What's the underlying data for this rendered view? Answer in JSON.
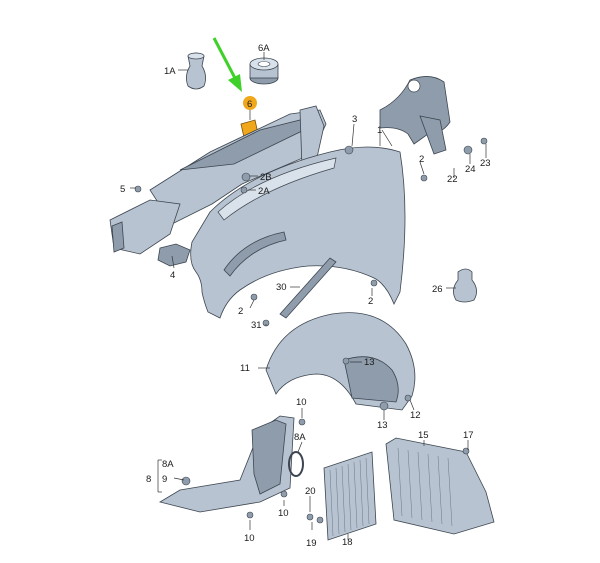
{
  "callouts": [
    {
      "id": "c1",
      "text": "1"
    },
    {
      "id": "c1A",
      "text": "1A"
    },
    {
      "id": "c2a",
      "text": "2"
    },
    {
      "id": "c2b",
      "text": "2"
    },
    {
      "id": "c2c",
      "text": "2"
    },
    {
      "id": "c2A",
      "text": "2A"
    },
    {
      "id": "c2B",
      "text": "2B"
    },
    {
      "id": "c3",
      "text": "3"
    },
    {
      "id": "c4",
      "text": "4"
    },
    {
      "id": "c5",
      "text": "5"
    },
    {
      "id": "c6",
      "text": "6"
    },
    {
      "id": "c6A",
      "text": "6A"
    },
    {
      "id": "c8",
      "text": "8"
    },
    {
      "id": "c8A",
      "text": "8A"
    },
    {
      "id": "c8Ab",
      "text": "8A"
    },
    {
      "id": "c9",
      "text": "9"
    },
    {
      "id": "c10a",
      "text": "10"
    },
    {
      "id": "c10b",
      "text": "10"
    },
    {
      "id": "c10c",
      "text": "10"
    },
    {
      "id": "c11",
      "text": "11"
    },
    {
      "id": "c12",
      "text": "12"
    },
    {
      "id": "c13a",
      "text": "13"
    },
    {
      "id": "c13b",
      "text": "13"
    },
    {
      "id": "c15",
      "text": "15"
    },
    {
      "id": "c17",
      "text": "17"
    },
    {
      "id": "c18",
      "text": "18"
    },
    {
      "id": "c19",
      "text": "19"
    },
    {
      "id": "c20",
      "text": "20"
    },
    {
      "id": "c22",
      "text": "22"
    },
    {
      "id": "c23",
      "text": "23"
    },
    {
      "id": "c24",
      "text": "24"
    },
    {
      "id": "c26",
      "text": "26"
    },
    {
      "id": "c30",
      "text": "30"
    },
    {
      "id": "c31",
      "text": "31"
    }
  ],
  "colors": {
    "part_fill": "#b7c3d1",
    "highlight_part": "#f0a81a",
    "arrow": "#3fd12a",
    "text": "#1c1c1c"
  },
  "icons": [
    "green-arrow-icon",
    "highlight-marker-icon"
  ]
}
